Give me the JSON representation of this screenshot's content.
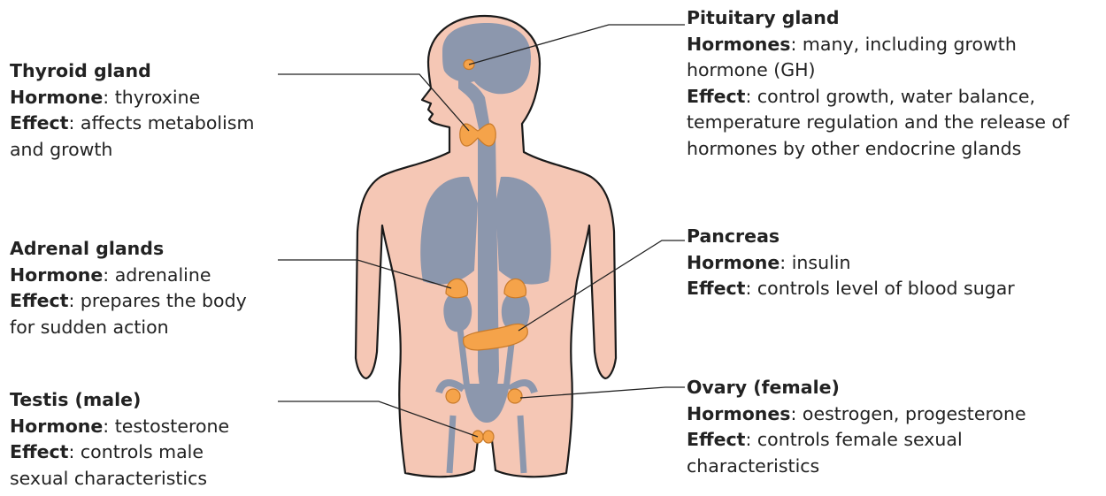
{
  "colors": {
    "skin": "#f5c7b5",
    "outline": "#1a1a1a",
    "organ": "#8c97ad",
    "gland": "#f5a34a",
    "gland_outline": "#c87a2a",
    "leader_line": "#222222"
  },
  "labels": {
    "thyroid": {
      "gland": "Thyroid gland",
      "hormone_key": "Hormone",
      "hormone_text": ": thyroxine",
      "effect_key": "Effect",
      "effect_line1": ": affects metabolism",
      "effect_line2": "and growth"
    },
    "adrenal": {
      "gland": "Adrenal glands",
      "hormone_key": "Hormone",
      "hormone_text": ": adrenaline",
      "effect_key": "Effect",
      "effect_line1": ": prepares the body",
      "effect_line2": "for sudden action"
    },
    "testis": {
      "gland": "Testis (male)",
      "hormone_key": "Hormone",
      "hormone_text": ": testosterone",
      "effect_key": "Effect",
      "effect_line1": ": controls male",
      "effect_line2": "sexual characteristics"
    },
    "pituitary": {
      "gland": "Pituitary gland",
      "hormone_key": "Hormones",
      "hormone_line1": ": many, including growth",
      "hormone_line2": "hormone (GH)",
      "effect_key": "Effect",
      "effect_line1": ": control growth, water balance,",
      "effect_line2": "temperature regulation and the release of",
      "effect_line3": "hormones by other endocrine glands"
    },
    "pancreas": {
      "gland": "Pancreas",
      "hormone_key": "Hormone",
      "hormone_text": ": insulin",
      "effect_key": "Effect",
      "effect_text": ": controls level of blood sugar"
    },
    "ovary": {
      "gland": "Ovary (female)",
      "hormone_key": "Hormones",
      "hormone_text": ": oestrogen, progesterone",
      "effect_key": "Effect",
      "effect_line1": ": controls female sexual",
      "effect_line2": "characteristics"
    }
  }
}
